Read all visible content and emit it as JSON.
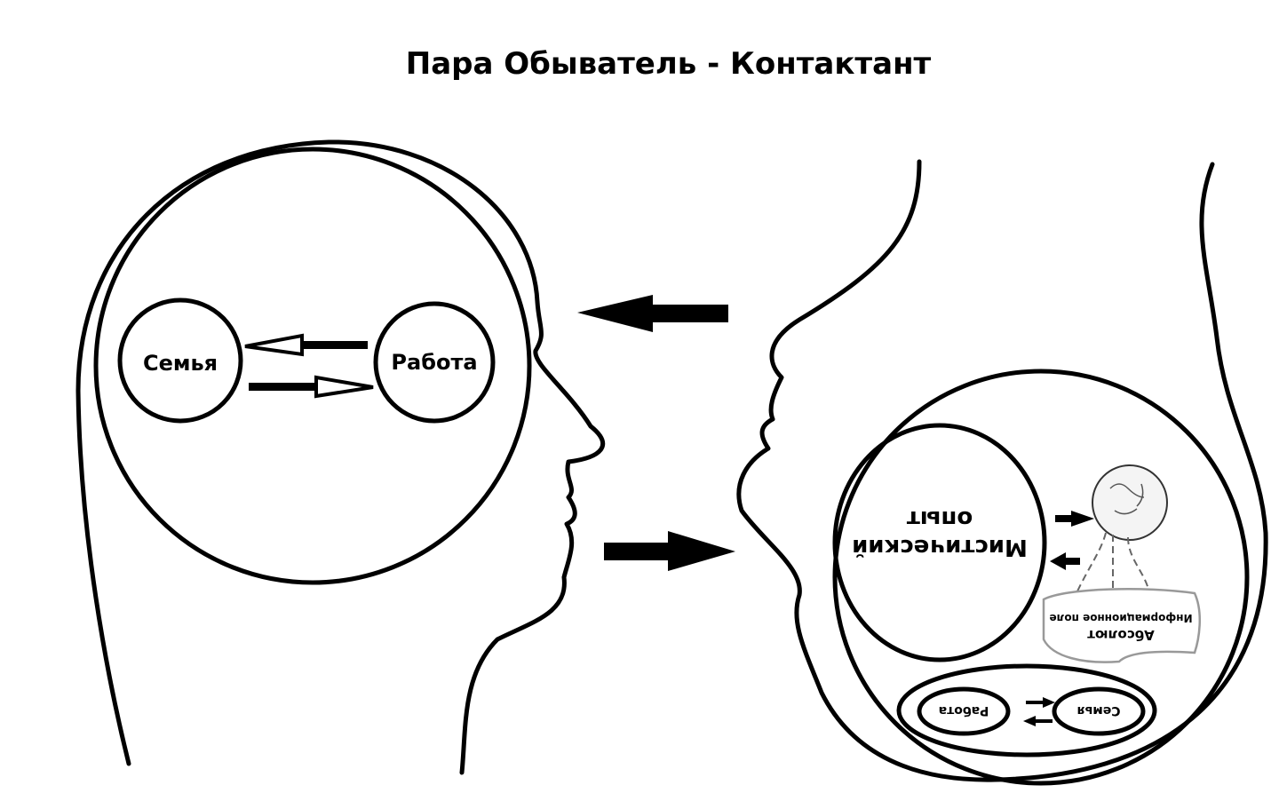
{
  "title": "Пара Обыватель - Контактант",
  "left_head": {
    "family": "Семья",
    "work": "Работа"
  },
  "right_head": {
    "mystic_line1": "Мистический",
    "mystic_line2": "опыт",
    "absolute": "Абсолют",
    "info_field": "Информационное поле",
    "family": "Семья",
    "work": "Работа"
  }
}
